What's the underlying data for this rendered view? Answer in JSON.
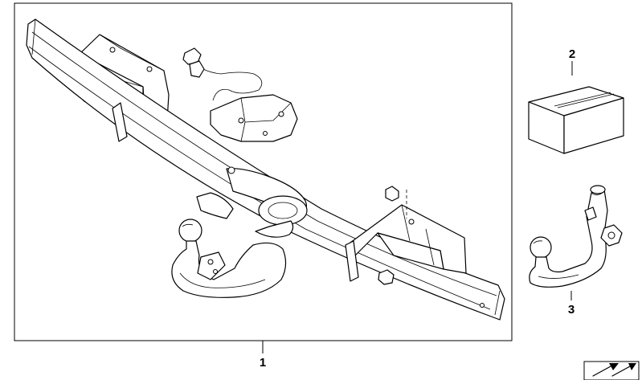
{
  "callouts": [
    {
      "id": "1",
      "label": "1"
    },
    {
      "id": "2",
      "label": "2"
    },
    {
      "id": "3",
      "label": "3"
    }
  ],
  "parts": {
    "1": "tow-bar-assembly",
    "2": "parts-box",
    "3": "detachable-ball-neck"
  },
  "colors": {
    "stroke": "#000000",
    "background": "#ffffff"
  }
}
